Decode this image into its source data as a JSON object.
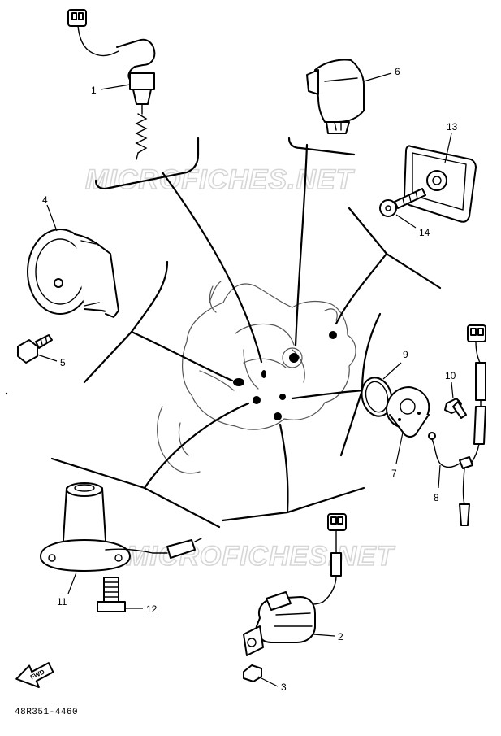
{
  "diagram": {
    "watermarks": [
      "MICROFICHES.NET",
      "MICROFICHES.NET"
    ],
    "document_id": "48R351-4460",
    "direction_label": "FWD",
    "callouts": [
      "1",
      "2",
      "3",
      "4",
      "5",
      "6",
      "7",
      "8",
      "9",
      "10",
      "11",
      "12",
      "13",
      "14"
    ]
  }
}
